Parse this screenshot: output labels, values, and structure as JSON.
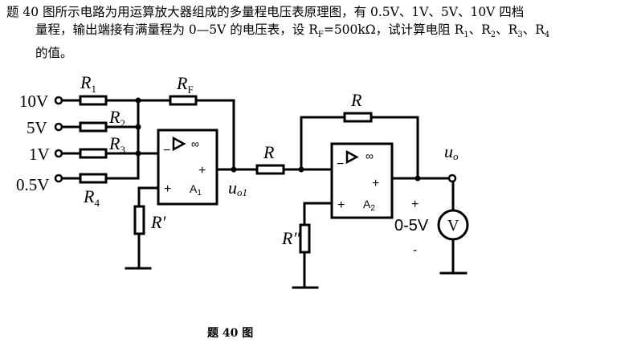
{
  "problem": {
    "line1": "题 40 图所示电路为用运算放大器组成的多量程电压表原理图，有 0.5V、1V、5V、10V 四档",
    "line2": "量程，输出端接有满量程为 0—5V 的电压表，设 R",
    "line2_sub": "F",
    "line2_rest": "=500kΩ，试计算电阻 R",
    "r1_sub": "1",
    "sep": "、R",
    "r2_sub": "2",
    "r3_sub": "3",
    "r4_sub": "4",
    "line3": "的值。"
  },
  "circuit": {
    "inputs": [
      {
        "label": "10V",
        "resistor": "R",
        "sub": "1"
      },
      {
        "label": "5V",
        "resistor": "R",
        "sub": "2"
      },
      {
        "label": "1V",
        "resistor": "R",
        "sub": "3"
      },
      {
        "label": "0.5V",
        "resistor": "R",
        "sub": "4"
      }
    ],
    "feedback1": {
      "name": "R",
      "sub": "F"
    },
    "r_prime": "R′",
    "r_double_prime": "R″",
    "opamp1": {
      "name": "A",
      "sub": "1",
      "minus": "−",
      "plus_in": "+",
      "plus_out": "+",
      "inf": "∞"
    },
    "opamp2": {
      "name": "A",
      "sub": "2",
      "minus": "−",
      "plus_in": "+",
      "plus_out": "+",
      "inf": "∞"
    },
    "series_r": "R",
    "feedback2": "R",
    "uo1": {
      "name": "u",
      "sub": "o1"
    },
    "uo": {
      "name": "u",
      "sub": "o"
    },
    "meter": {
      "symbol": "V",
      "range": "0-5V",
      "plus": "+",
      "minus": "-"
    }
  },
  "caption": "题 40 图"
}
